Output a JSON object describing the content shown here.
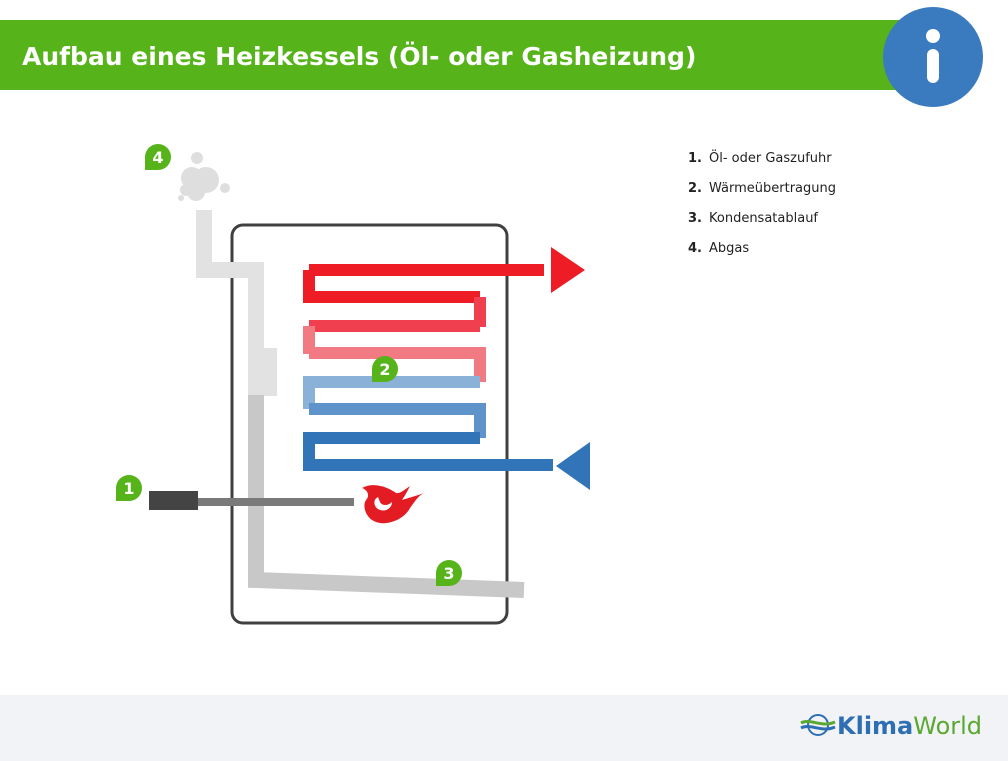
{
  "header": {
    "title": "Aufbau eines Heizkessels (Öl- oder Gasheizung)"
  },
  "legend": [
    {
      "num": "1.",
      "label": "Öl- oder Gaszufuhr"
    },
    {
      "num": "2.",
      "label": "Wärmeübertragung"
    },
    {
      "num": "3.",
      "label": "Kondensatablauf"
    },
    {
      "num": "4.",
      "label": "Abgas"
    }
  ],
  "markers": {
    "m1": "1",
    "m2": "2",
    "m3": "3",
    "m4": "4"
  },
  "footer": {
    "logo_part1": "Klima",
    "logo_part2": "World"
  },
  "colors": {
    "green": "#56b31a",
    "blue": "#3a7bbf",
    "hot_red": "#ee1c25",
    "cold_blue": "#3174b7"
  }
}
